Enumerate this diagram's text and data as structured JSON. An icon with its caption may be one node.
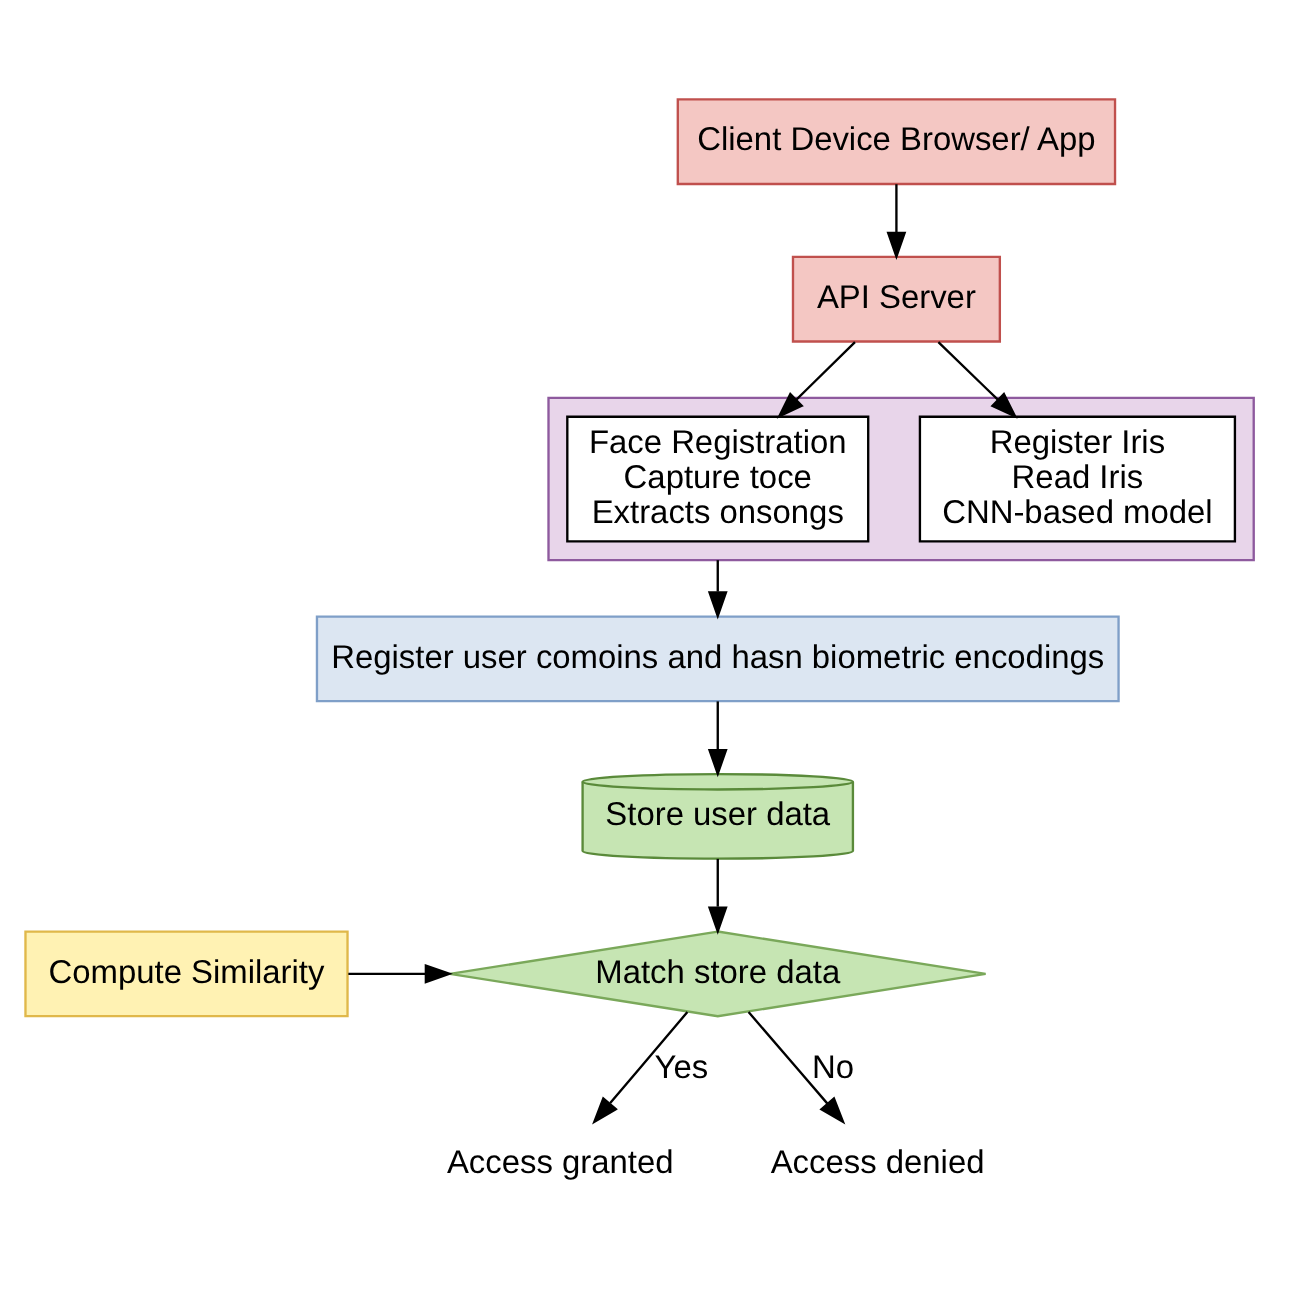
{
  "diagram": {
    "nodes": [
      {
        "text": [
          "Client Device Browser/ App"
        ]
      },
      {
        "text": [
          "API Server"
        ]
      },
      {
        "text": [],
        "shape": "box"
      },
      {
        "text": [
          "Face Registration",
          "Capture toce",
          "Extracts onsongs"
        ],
        "in": 2
      },
      {
        "text": [
          "Register Iris",
          "Read Iris",
          "CNN-based model"
        ],
        "in": 2
      },
      {
        "text": [
          "Register user comoins and hasn biometric encodings"
        ]
      },
      {
        "text": [
          "Store user data"
        ]
      },
      {
        "text": [
          "Compute Similarity"
        ]
      },
      {
        "text": [
          "Match store data"
        ]
      },
      {
        "text": [
          "Access granted"
        ]
      },
      {
        "text": [
          "Access denied"
        ]
      }
    ],
    "edges": [
      {
        "from": 0,
        "to": 1,
        "arrow": "to"
      },
      {
        "from": 1,
        "to": 3,
        "arrow": "to"
      },
      {
        "from": 1,
        "to": 4,
        "arrow": "to"
      },
      {
        "from": 2,
        "to": 5,
        "arrow": "to"
      },
      {
        "from": 5,
        "to": 6,
        "arrow": "to"
      },
      {
        "from": 6,
        "to": 8,
        "arrow": "to"
      },
      {
        "from": 7,
        "to": 8,
        "arrow": "to"
      },
      {
        "from": 8,
        "to": 9,
        "label": "Yes",
        "arrow": "to"
      },
      {
        "from": 8,
        "to": 10,
        "label": "No",
        "arrow": "to"
      }
    ]
  }
}
